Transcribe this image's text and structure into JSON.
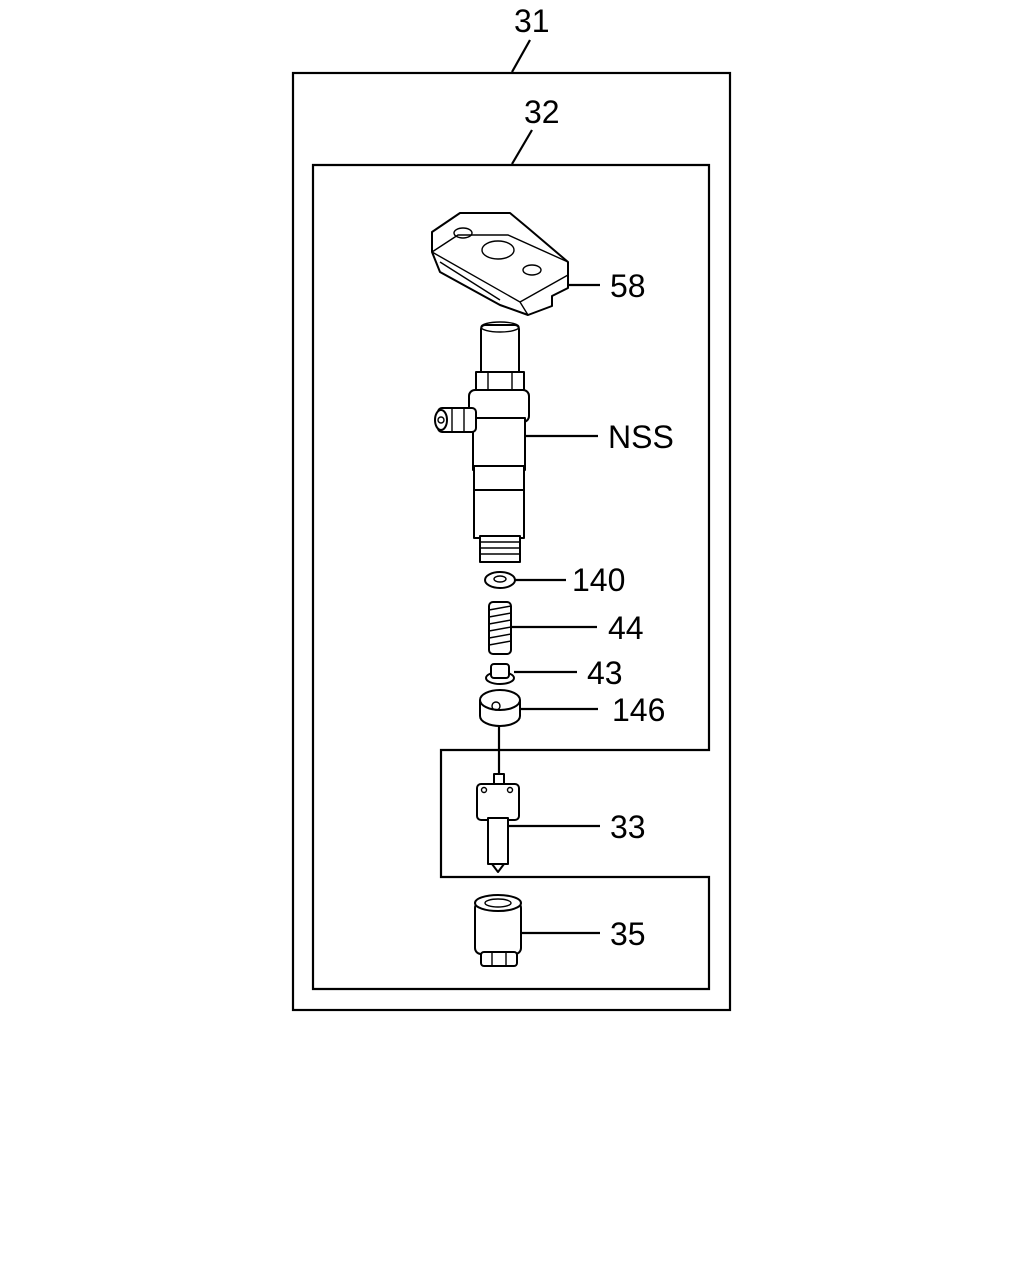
{
  "assembly_labels": {
    "outer_assembly": "31",
    "inner_assembly": "32"
  },
  "callouts": [
    {
      "id": "nozzle-holder-bracket",
      "label": "58"
    },
    {
      "id": "injector-body",
      "label": "NSS"
    },
    {
      "id": "washer",
      "label": "140"
    },
    {
      "id": "spring",
      "label": "44"
    },
    {
      "id": "spring-seat",
      "label": "43"
    },
    {
      "id": "spacer",
      "label": "146"
    },
    {
      "id": "nozzle",
      "label": "33"
    },
    {
      "id": "retaining-nut",
      "label": "35"
    }
  ]
}
